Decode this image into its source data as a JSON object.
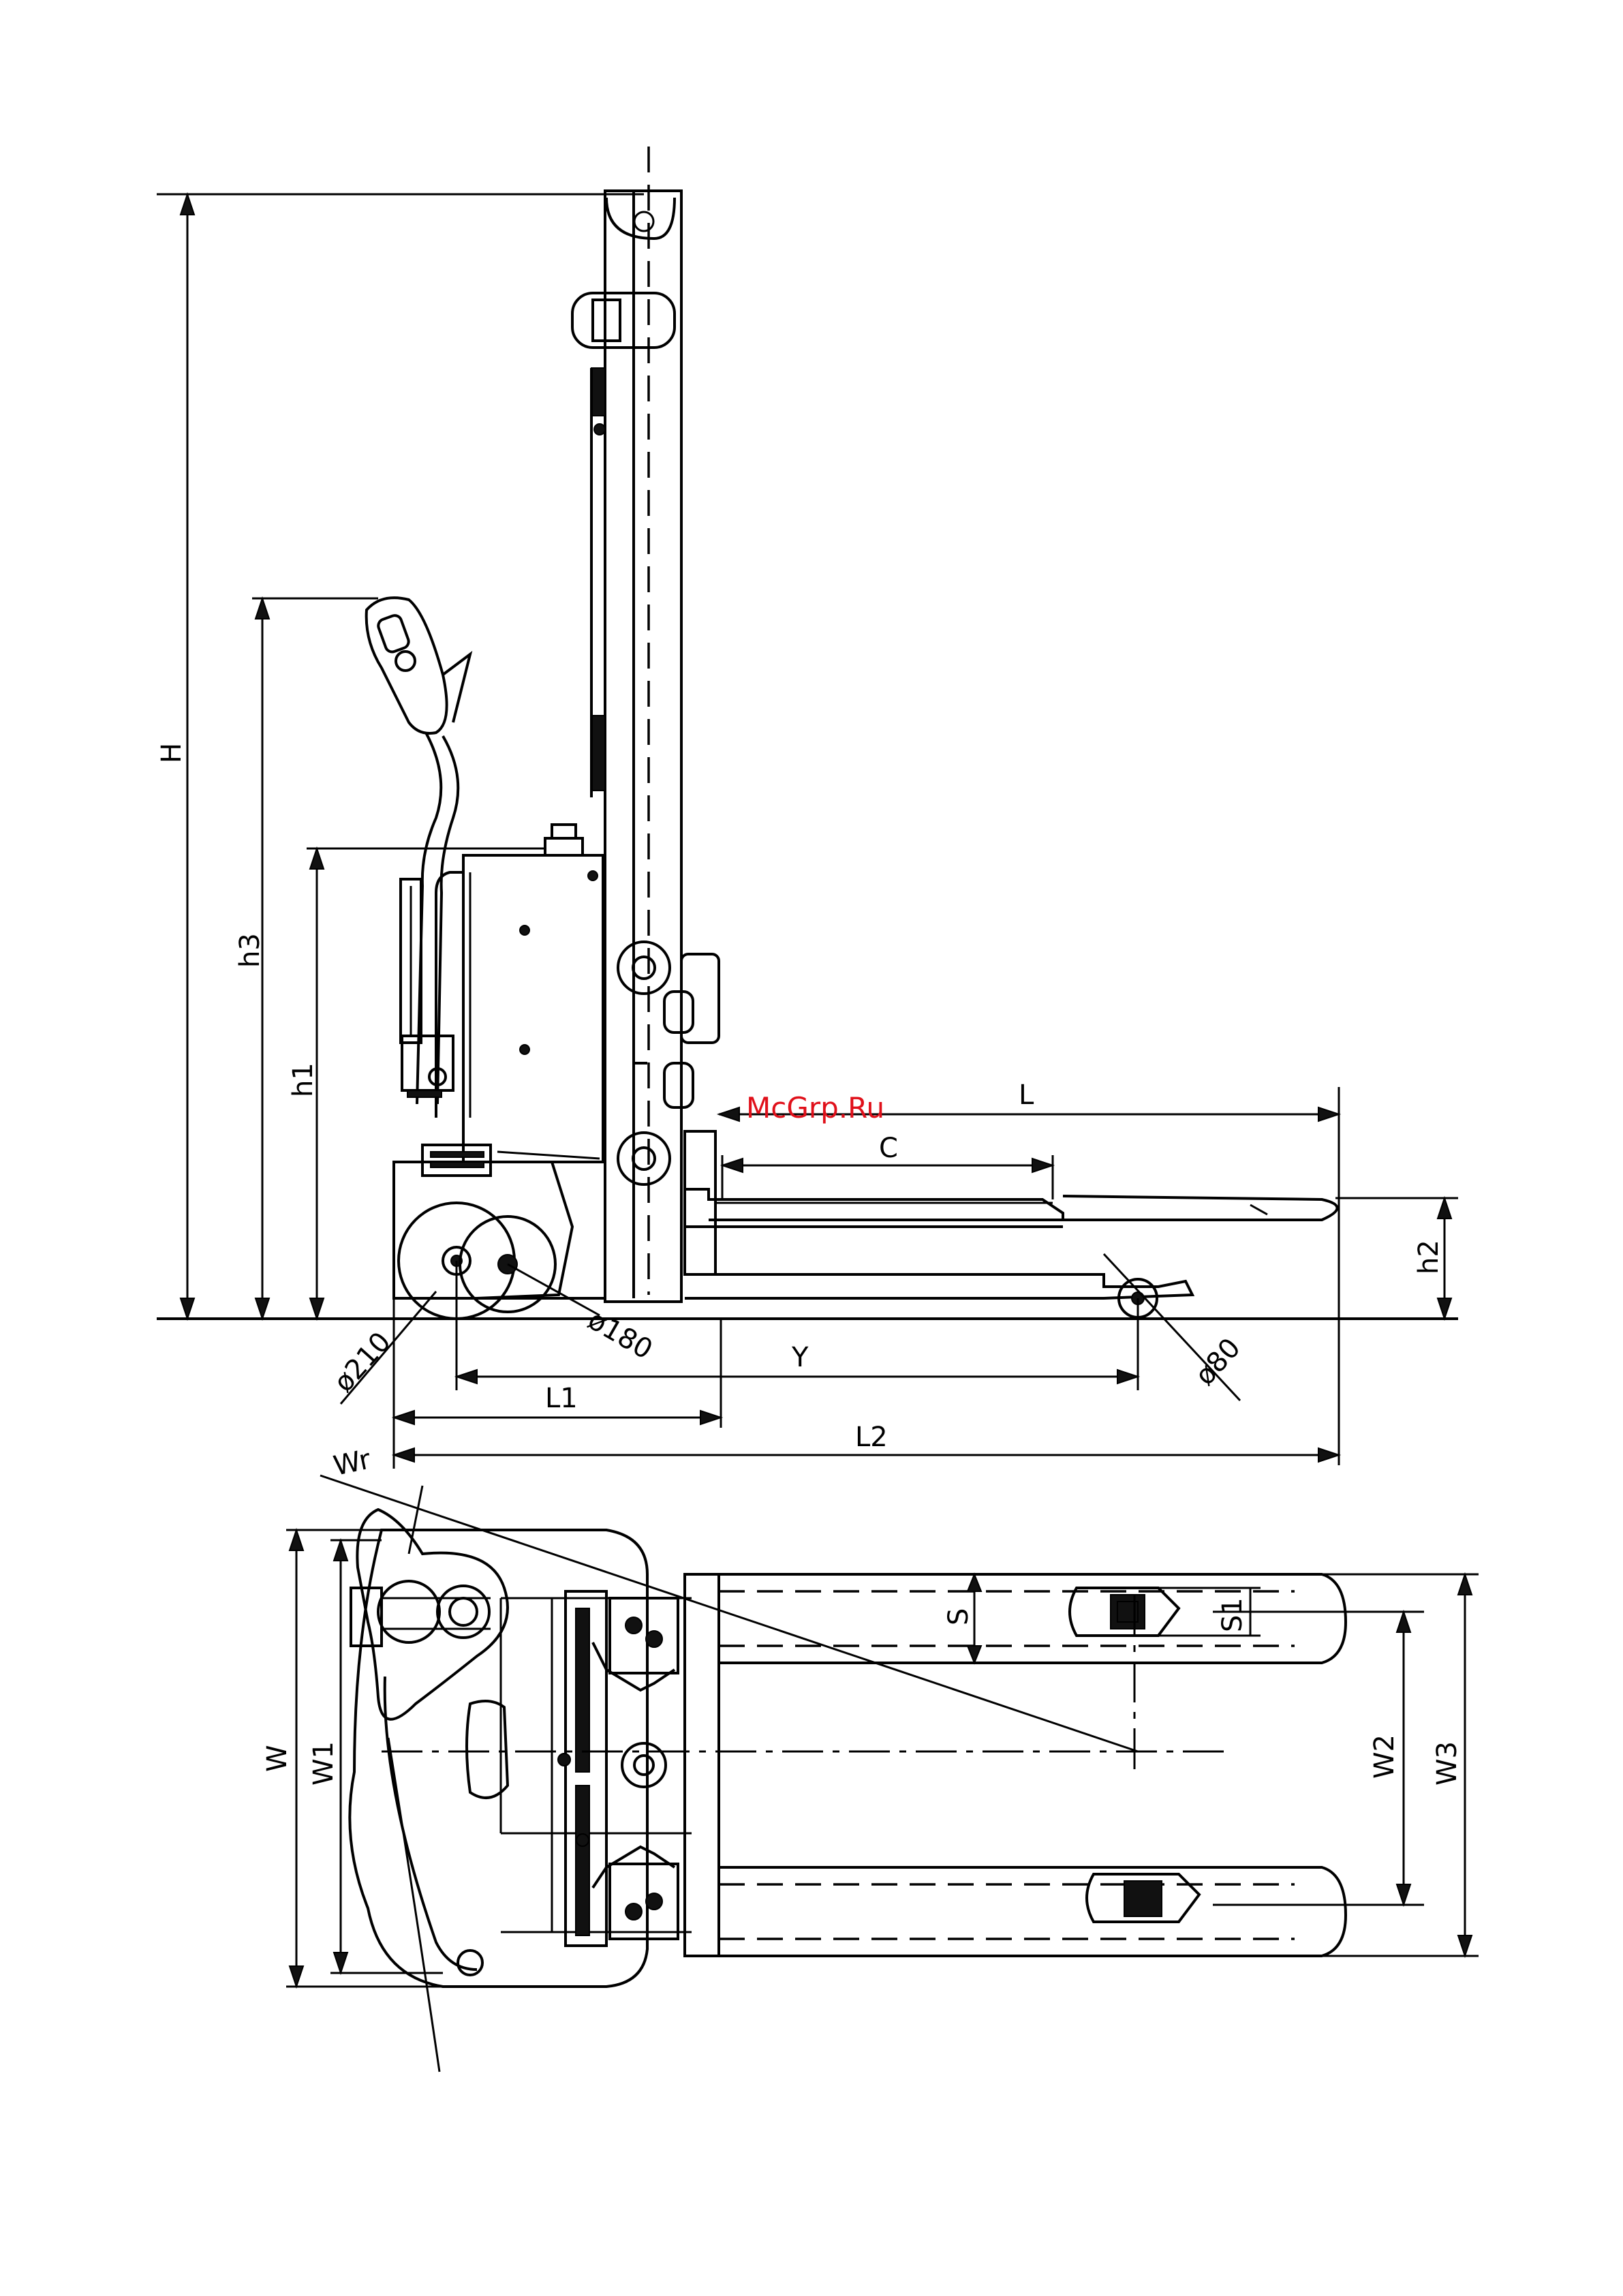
{
  "watermark": "McGrp.Ru",
  "side_view": {
    "dimensions": {
      "H": "H",
      "h3": "h3",
      "h1": "h1",
      "h2": "h2",
      "L": "L",
      "C": "C",
      "Y": "Y",
      "L1": "L1",
      "L2": "L2",
      "drive_wheel": "ø210",
      "support_wheel": "ø180",
      "load_wheel": "ø80"
    }
  },
  "top_view": {
    "dimensions": {
      "Wr": "Wr",
      "W": "W",
      "W1": "W1",
      "W2": "W2",
      "W3": "W3",
      "S": "S",
      "S1": "S1"
    }
  },
  "colors": {
    "lines": "#000000",
    "watermark": "#e0101a",
    "background": "#ffffff"
  }
}
